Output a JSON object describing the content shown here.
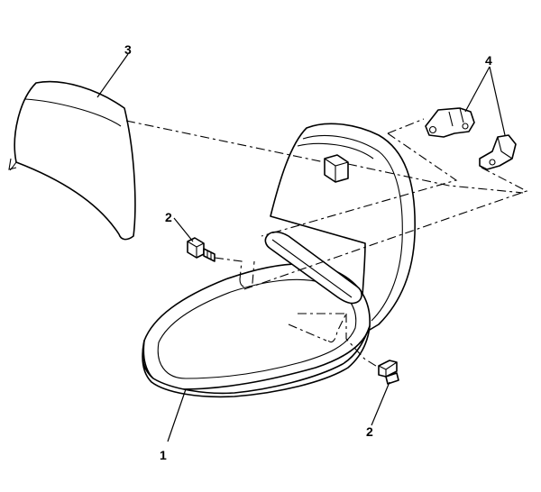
{
  "callouts": {
    "seat": "1",
    "bolt_left": "2",
    "bolt_right": "2",
    "seat_cover": "3",
    "brackets": "4"
  }
}
